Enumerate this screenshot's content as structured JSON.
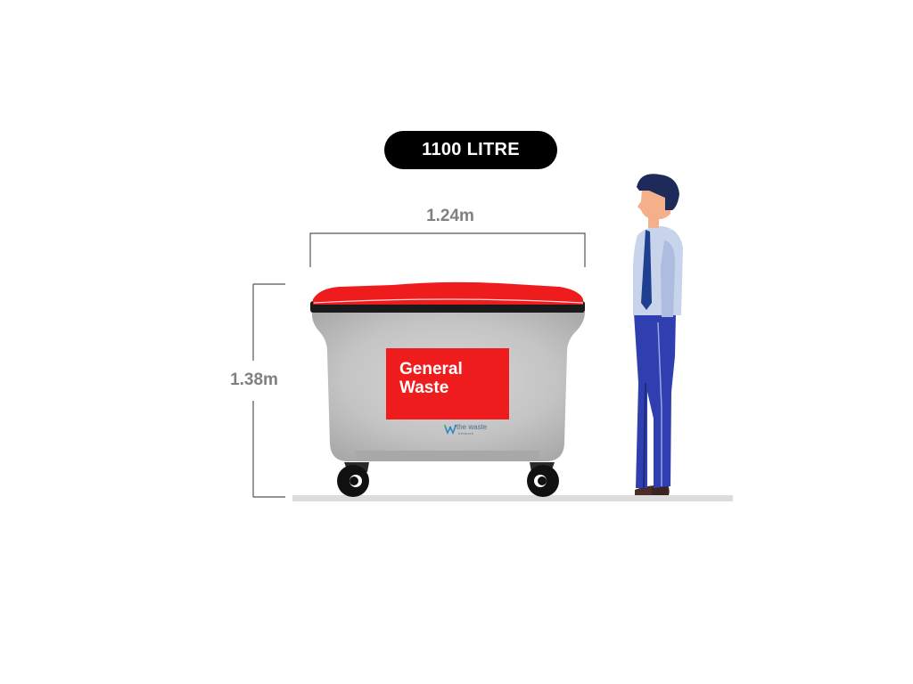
{
  "capacity_label": "1100 LITRE",
  "width_label": "1.24m",
  "height_label": "1.38m",
  "bin": {
    "sign_line1": "General",
    "sign_line2": "Waste",
    "brand_line1": "the waste",
    "brand_line2": "network",
    "lid_color": "#ee1c1c",
    "body_color": "#c4c4c4",
    "sign_color": "#ee1c1c"
  },
  "colors": {
    "dimension_text": "#808080",
    "pill_background": "#000000",
    "ground": "#dcdcdc"
  }
}
